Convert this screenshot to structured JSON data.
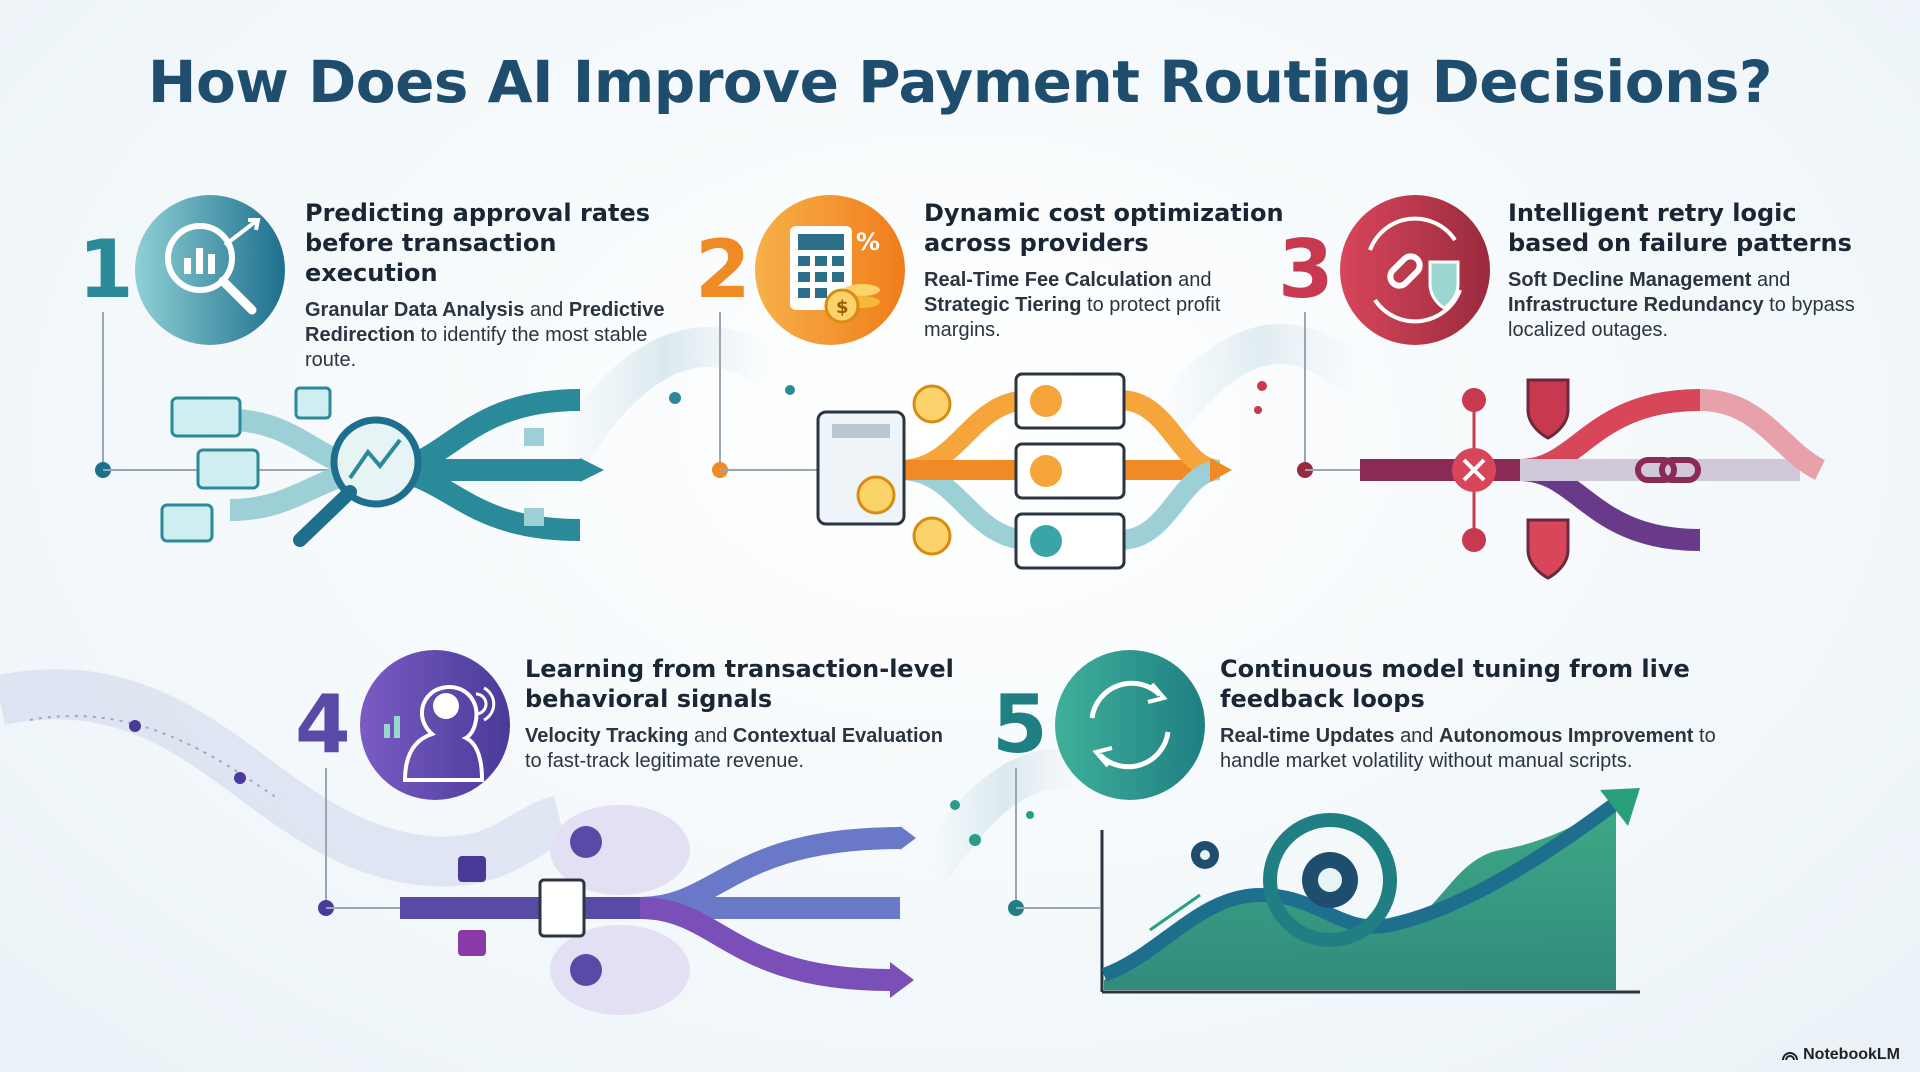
{
  "title": "How Does AI Improve Payment Routing Decisions?",
  "colors": {
    "step1": "#2b8a9a",
    "step2": "#f08a24",
    "step3": "#c8384e",
    "step4": "#6a4fb0",
    "step5": "#2a9d8a",
    "title": "#1f4d6e"
  },
  "steps": [
    {
      "number": "1",
      "heading": "Predicting approval rates before transaction execution",
      "term1": "Granular Data Analysis",
      "join": "and",
      "term2": "Predictive Redirection",
      "tail": "to identify the most stable route.",
      "icon": "magnifier-chart-icon"
    },
    {
      "number": "2",
      "heading": "Dynamic cost optimization across providers",
      "term1": "Real-Time Fee Calculation",
      "join": "and",
      "term2": "Strategic Tiering",
      "tail": "to protect profit margins.",
      "icon": "calculator-coins-icon"
    },
    {
      "number": "3",
      "heading": "Intelligent retry logic based on failure patterns",
      "term1": "Soft Decline Management",
      "join": "and",
      "term2": "Infrastructure Redundancy",
      "tail": "to bypass localized outages.",
      "icon": "broken-link-shield-icon"
    },
    {
      "number": "4",
      "heading": "Learning from transaction-level behavioral signals",
      "term1": "Velocity Tracking",
      "join": "and",
      "term2": "Contextual Evaluation",
      "tail": "to fast-track legitimate revenue.",
      "icon": "brain-profile-icon"
    },
    {
      "number": "5",
      "heading": "Continuous model tuning from live feedback loops",
      "term1": "Real-time Updates",
      "join": "and",
      "term2": "Autonomous Improvement",
      "tail": "to handle market volatility without manual scripts.",
      "icon": "refresh-loop-icon"
    }
  ],
  "brand": "NotebookLM"
}
